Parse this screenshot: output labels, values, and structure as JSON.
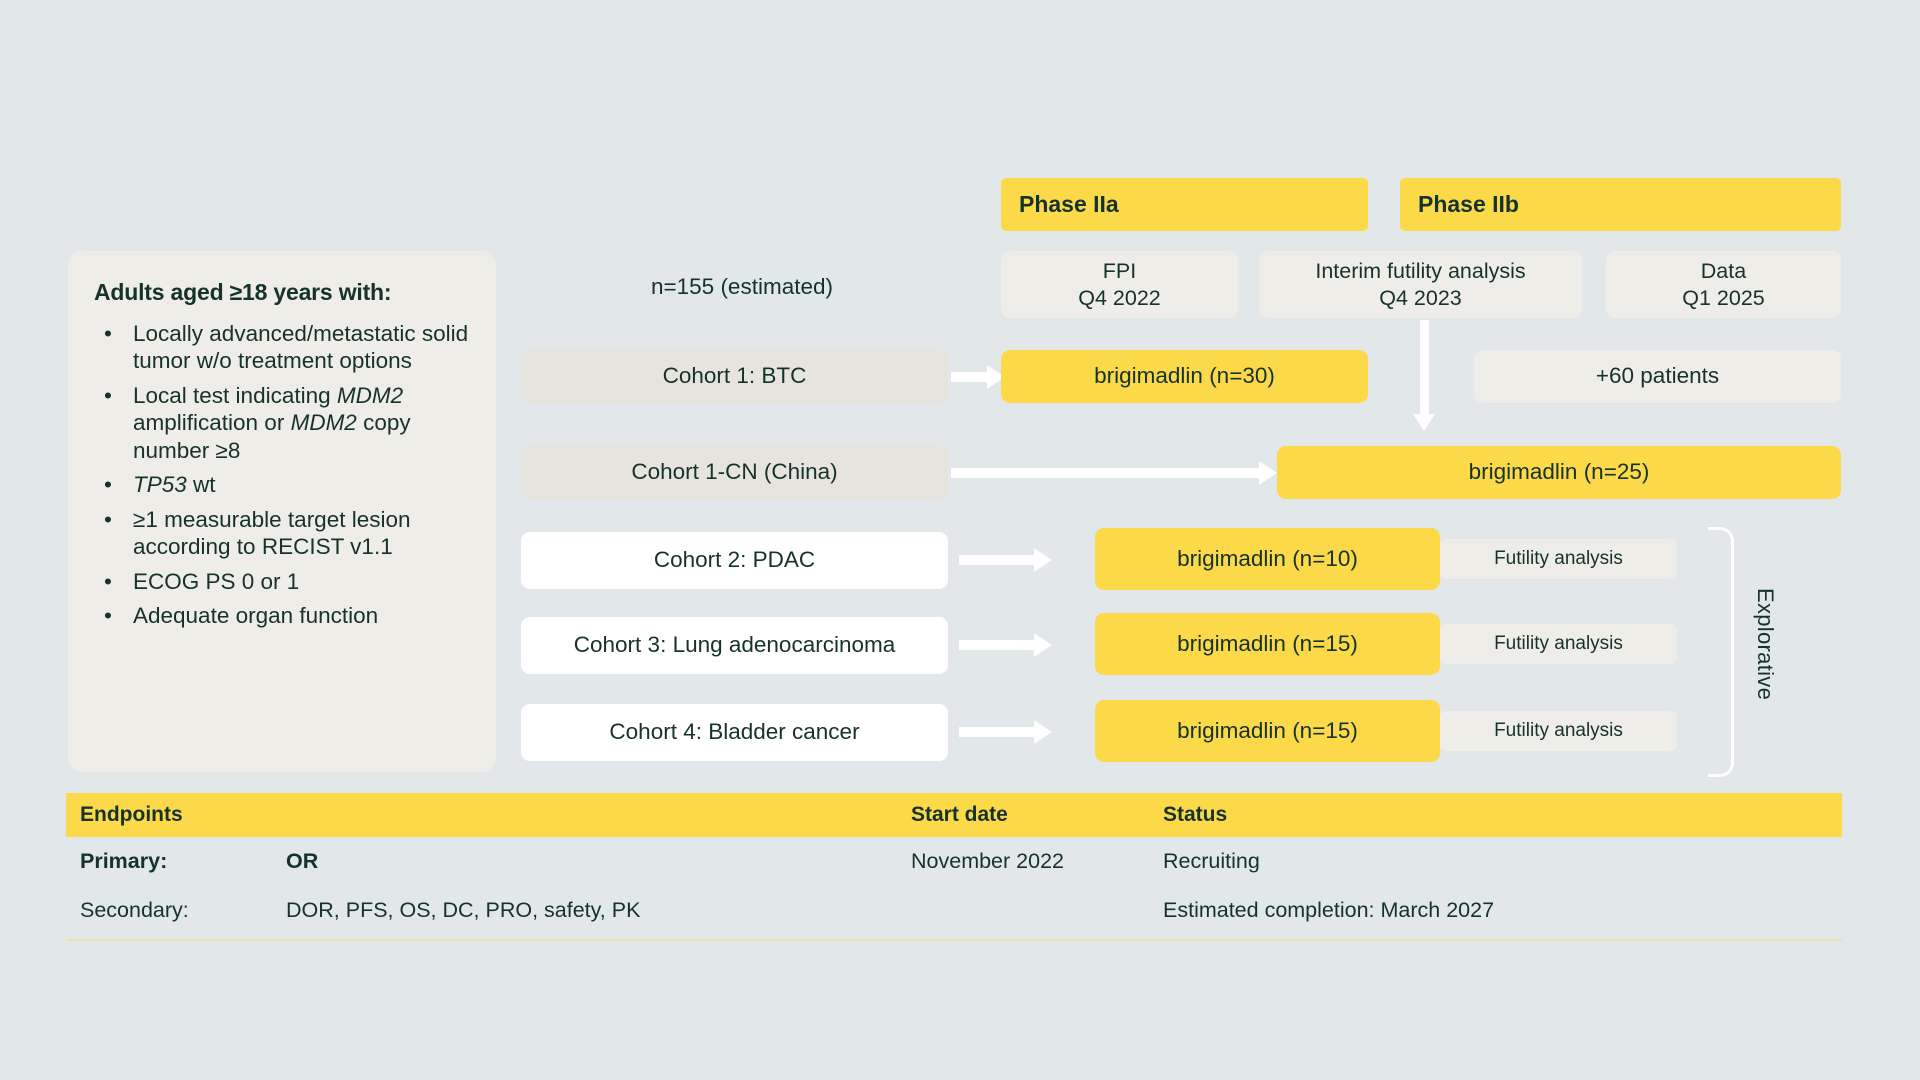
{
  "eligibility": {
    "title": "Adults aged ≥18 years with:",
    "bullets": [
      {
        "parts": [
          {
            "t": "Locally advanced/metastatic solid tumor w/o treatment options",
            "i": false
          }
        ]
      },
      {
        "parts": [
          {
            "t": "Local test indicating ",
            "i": false
          },
          {
            "t": "MDM2",
            "i": true
          },
          {
            "t": " amplification or ",
            "i": false
          },
          {
            "t": "MDM2",
            "i": true
          },
          {
            "t": " copy number ≥8",
            "i": false
          }
        ]
      },
      {
        "parts": [
          {
            "t": "TP53",
            "i": true
          },
          {
            "t": " wt",
            "i": false
          }
        ]
      },
      {
        "parts": [
          {
            "t": "≥1 measurable target lesion according to RECIST v1.1",
            "i": false
          }
        ]
      },
      {
        "parts": [
          {
            "t": "ECOG PS 0 or 1",
            "i": false
          }
        ]
      },
      {
        "parts": [
          {
            "t": "Adequate organ function",
            "i": false
          }
        ]
      }
    ]
  },
  "phases": {
    "phase_iia": "Phase IIa",
    "phase_iib": "Phase IIb"
  },
  "enrollment_label": "n=155 (estimated)",
  "milestones": [
    {
      "name": "FPI",
      "date": "Q4 2022"
    },
    {
      "name": "Interim futility analysis",
      "date": "Q4 2023"
    },
    {
      "name": "Data",
      "date": "Q1 2025"
    }
  ],
  "expansion_label": "+60 patients",
  "rows": [
    {
      "cohort": "Cohort 1: BTC",
      "treatment": "brigimadlin (n=30)"
    },
    {
      "cohort": "Cohort 1-CN (China)",
      "treatment": "brigimadlin (n=25)"
    },
    {
      "cohort": "Cohort 2: PDAC",
      "treatment": "brigimadlin (n=10)",
      "futility": "Futility analysis"
    },
    {
      "cohort": "Cohort 3: Lung adenocarcinoma",
      "treatment": "brigimadlin (n=15)",
      "futility": "Futility analysis"
    },
    {
      "cohort": "Cohort 4: Bladder cancer",
      "treatment": "brigimadlin (n=15)",
      "futility": "Futility analysis"
    }
  ],
  "explorative_label": "Explorative",
  "endpoints": {
    "headers": {
      "endpoints": "Endpoints",
      "start_date": "Start date",
      "status": "Status"
    },
    "primary": {
      "label": "Primary:",
      "value": "OR",
      "start_date": "November 2022",
      "status": "Recruiting"
    },
    "secondary": {
      "label": "Secondary:",
      "value": "DOR, PFS, OS, DC, PRO, safety, PK",
      "start_date": "",
      "status": "Estimated completion: March 2027"
    }
  },
  "colors": {
    "background": "#e2e7ea",
    "accent_yellow": "#fcd949",
    "text_dark": "#16332b",
    "beige": "#e7e4dd",
    "light": "#efede7"
  }
}
